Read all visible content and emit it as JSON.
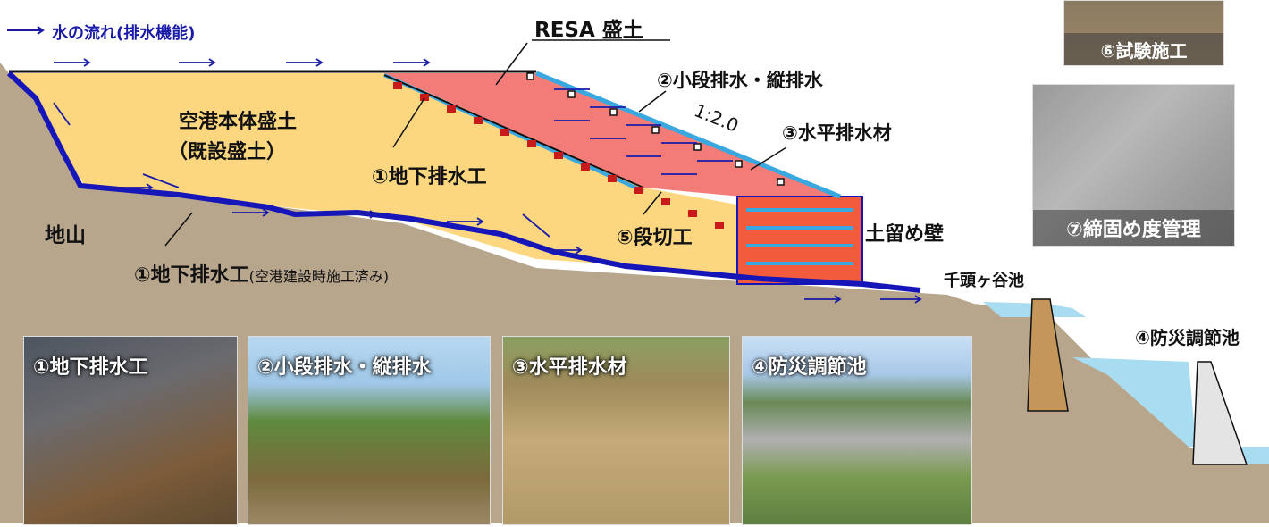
{
  "legend": {
    "arrow_label": "水の流れ(排水機能)",
    "arrow_color": "#1a1aa8"
  },
  "labels": {
    "resa_fill": "RESA 盛土",
    "body_fill": "空港本体盛土",
    "body_fill_sub": "（既設盛土）",
    "subsurface_drain_upper": "①地下排水工",
    "subsurface_drain_lower": "①地下排水工",
    "subsurface_drain_lower_note": "(空港建設時施工済み)",
    "ground": "地山",
    "berm_drain": "②小段排水・縦排水",
    "slope_ratio": "1:2.0",
    "horizontal_drain": "③水平排水材",
    "step_cut": "⑤段切工",
    "retaining_wall": "土留め壁",
    "pond": "千頭ヶ谷池",
    "detention_pond": "④防災調節池"
  },
  "photos": [
    {
      "caption": "①地下排水工"
    },
    {
      "caption": "②小段排水・縦排水"
    },
    {
      "caption": "③水平排水材"
    },
    {
      "caption": "④防災調節池"
    },
    {
      "caption": "⑥試験施工"
    },
    {
      "caption": "⑦締固め度管理"
    }
  ],
  "colors": {
    "ground": "#b7a58c",
    "existing_fill": "#fcd77f",
    "resa_fill": "#f47c78",
    "wall_fill": "#f25c3c",
    "drain_line": "#1515b8",
    "horizontal_drain": "#3aa8e0",
    "water": "#a8dcf0"
  }
}
